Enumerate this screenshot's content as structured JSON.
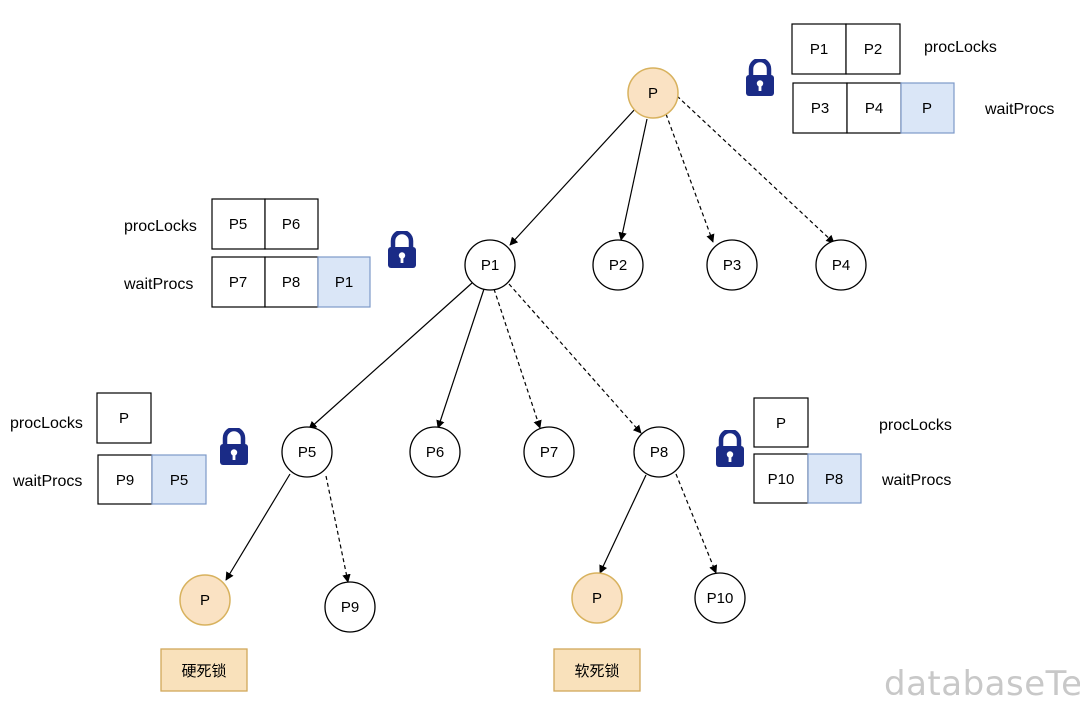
{
  "colors": {
    "highlight_fill": "#fae2c3",
    "highlight_stroke": "#d8b25e",
    "wait_cell_fill": "#dae6f7",
    "wait_cell_stroke": "#7d99c9",
    "lock_color": "#1a2b86",
    "tag_fill": "#f9e1bb",
    "tag_stroke": "#d1a85a",
    "edge_color": "#000000"
  },
  "nodes": {
    "root": "P",
    "p1": "P1",
    "p2": "P2",
    "p3": "P3",
    "p4": "P4",
    "p5": "P5",
    "p6": "P6",
    "p7": "P7",
    "p8": "P8",
    "p9": "P9",
    "p10": "P10",
    "left_leaf": "P",
    "right_leaf": "P"
  },
  "lock_tables": {
    "root": {
      "proc_label": "procLocks",
      "wait_label": "waitProcs",
      "proc_cells": [
        "P1",
        "P2"
      ],
      "wait_cells": [
        "P3",
        "P4",
        "P"
      ]
    },
    "p1": {
      "proc_label": "procLocks",
      "wait_label": "waitProcs",
      "proc_cells": [
        "P5",
        "P6"
      ],
      "wait_cells": [
        "P7",
        "P8",
        "P1"
      ]
    },
    "p5": {
      "proc_label": "procLocks",
      "wait_label": "waitProcs",
      "proc_cells": [
        "P"
      ],
      "wait_cells": [
        "P9",
        "P5"
      ]
    },
    "p8": {
      "proc_label": "procLocks",
      "wait_label": "waitProcs",
      "proc_cells": [
        "P"
      ],
      "wait_cells": [
        "P10",
        "P8"
      ]
    }
  },
  "icons": {
    "lock": "padlock-icon"
  },
  "tags": {
    "hard": "硬死锁",
    "soft": "软死锁"
  },
  "watermark": "databaseTech"
}
